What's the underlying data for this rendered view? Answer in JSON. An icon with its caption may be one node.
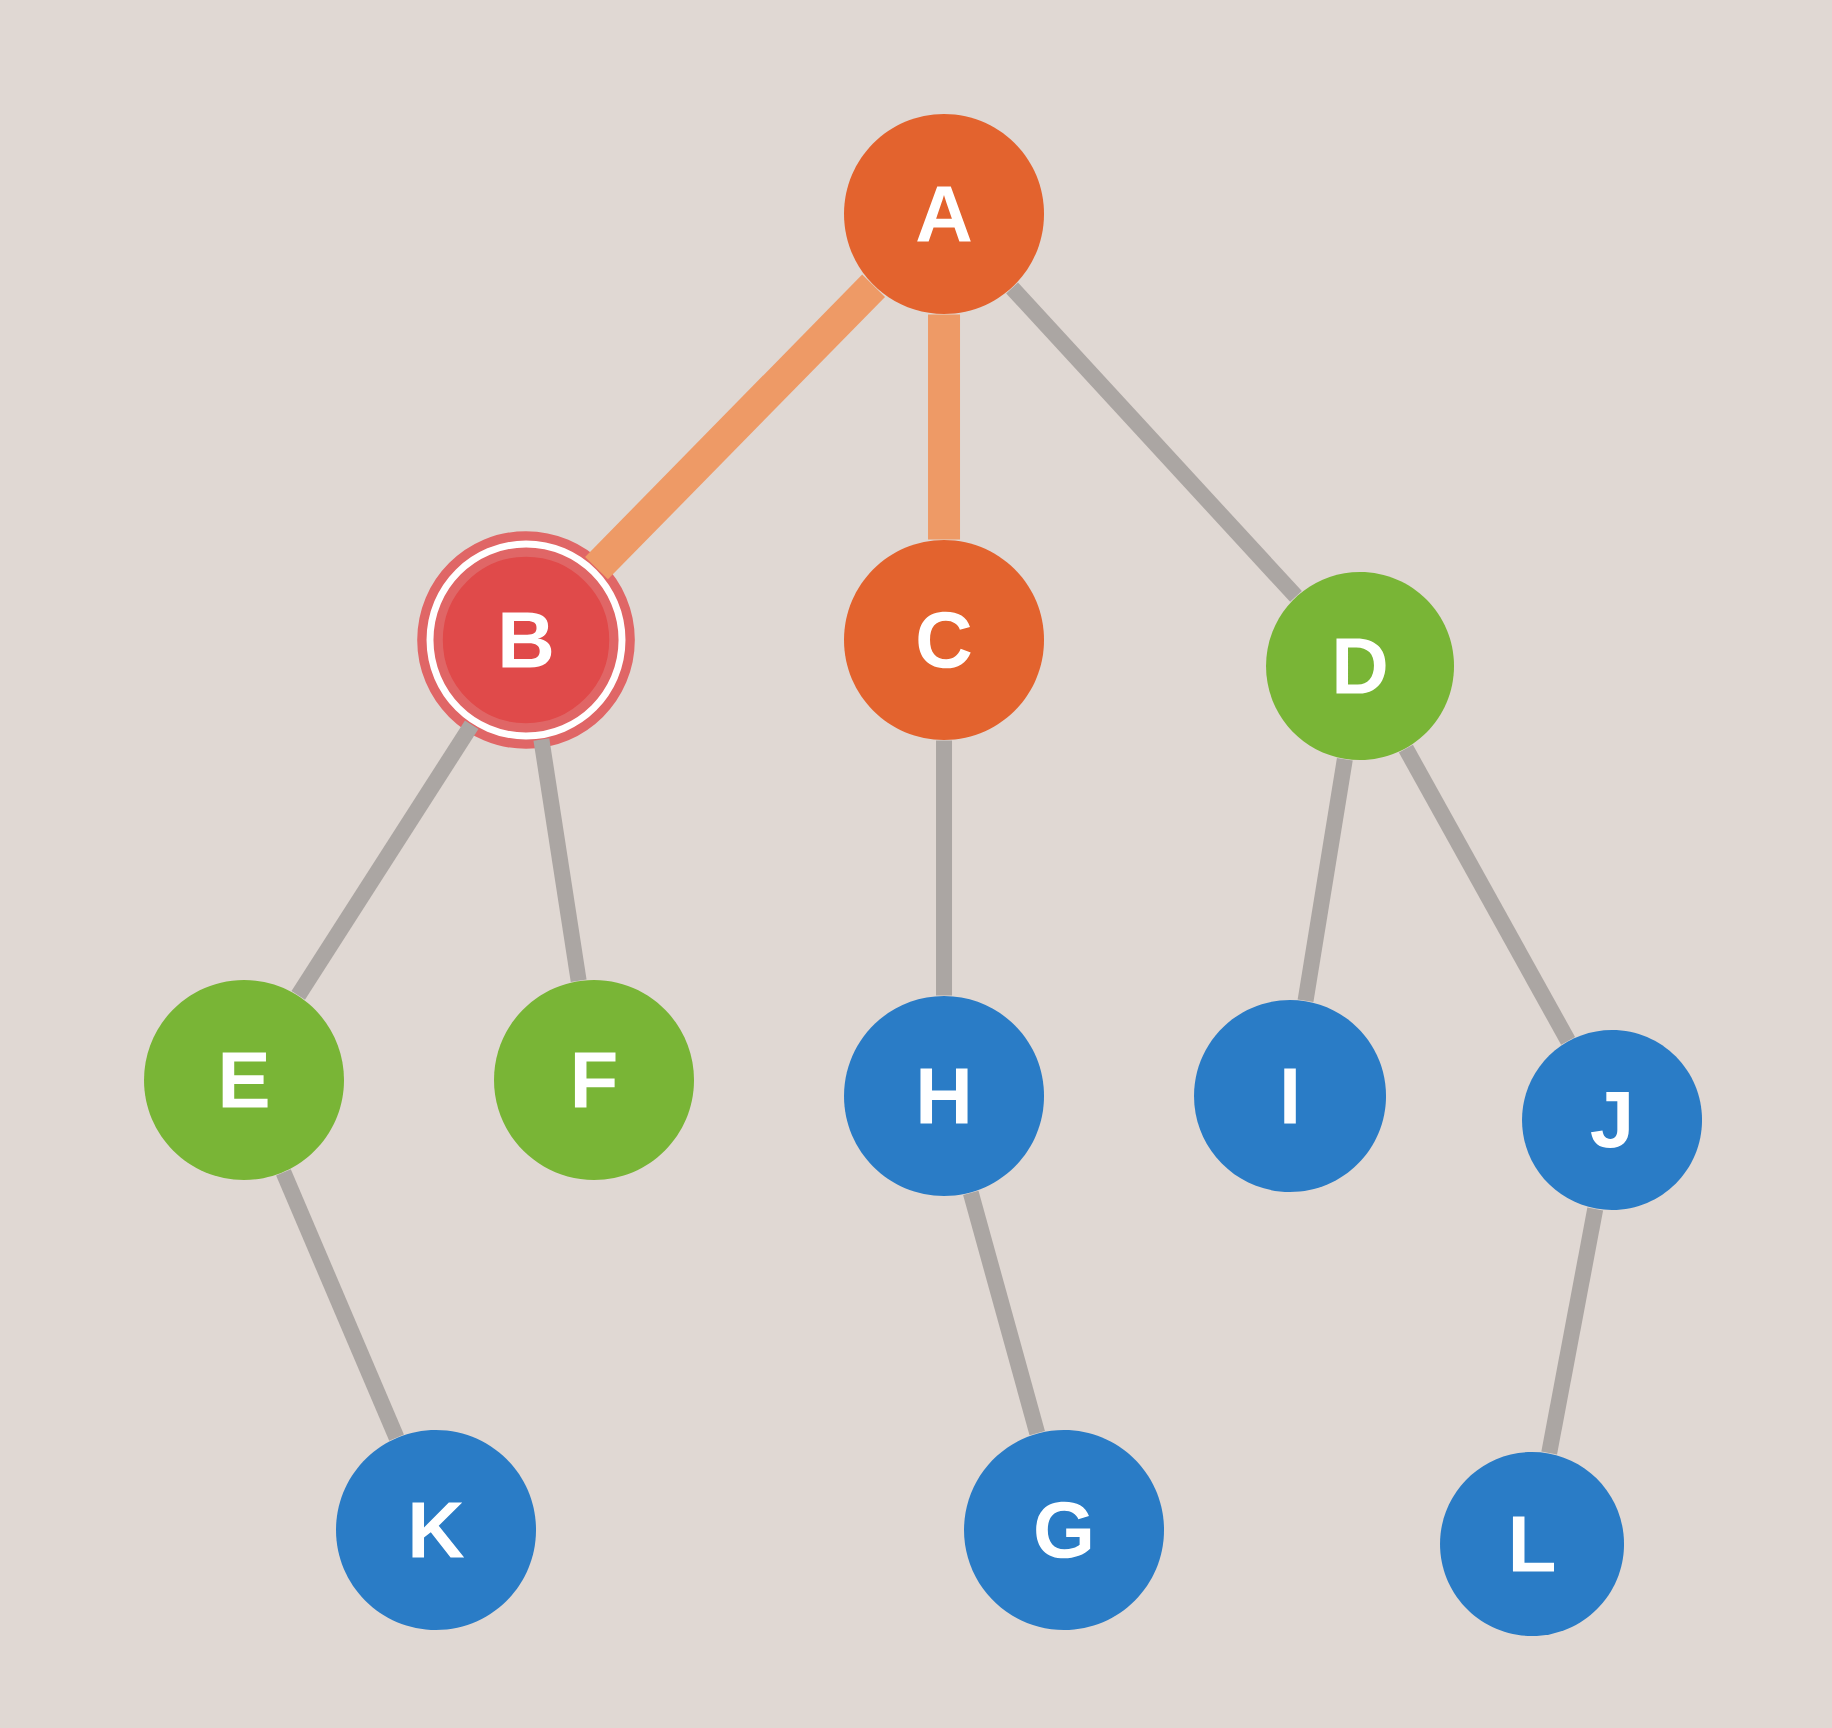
{
  "diagram": {
    "nodes": [
      {
        "text": [
          "A"
        ]
      },
      {
        "text": [
          "B"
        ]
      },
      {
        "text": [
          "C"
        ]
      },
      {
        "text": [
          "D"
        ]
      },
      {
        "text": [
          "E"
        ]
      },
      {
        "text": [
          "F"
        ]
      },
      {
        "text": [
          "H"
        ]
      },
      {
        "text": [
          "I"
        ]
      },
      {
        "text": [
          "J"
        ]
      },
      {
        "text": [
          "K"
        ]
      },
      {
        "text": [
          "G"
        ]
      },
      {
        "text": [
          "L"
        ]
      }
    ],
    "edges": [
      {
        "from": 0,
        "to": 1,
        "arrow": "none",
        "style": "thick",
        "color": "#ee9a66"
      },
      {
        "from": 0,
        "to": 2,
        "arrow": "none",
        "style": "thick",
        "color": "#ee9a66"
      },
      {
        "from": 0,
        "to": 3,
        "arrow": "none"
      },
      {
        "from": 1,
        "to": 4,
        "arrow": "none"
      },
      {
        "from": 1,
        "to": 5,
        "arrow": "none"
      },
      {
        "from": 2,
        "to": 6,
        "arrow": "none"
      },
      {
        "from": 3,
        "to": 7,
        "arrow": "none"
      },
      {
        "from": 3,
        "to": 8,
        "arrow": "none"
      },
      {
        "from": 4,
        "to": 9,
        "arrow": "none"
      },
      {
        "from": 6,
        "to": 10,
        "arrow": "none"
      },
      {
        "from": 8,
        "to": 11,
        "arrow": "none"
      }
    ]
  }
}
